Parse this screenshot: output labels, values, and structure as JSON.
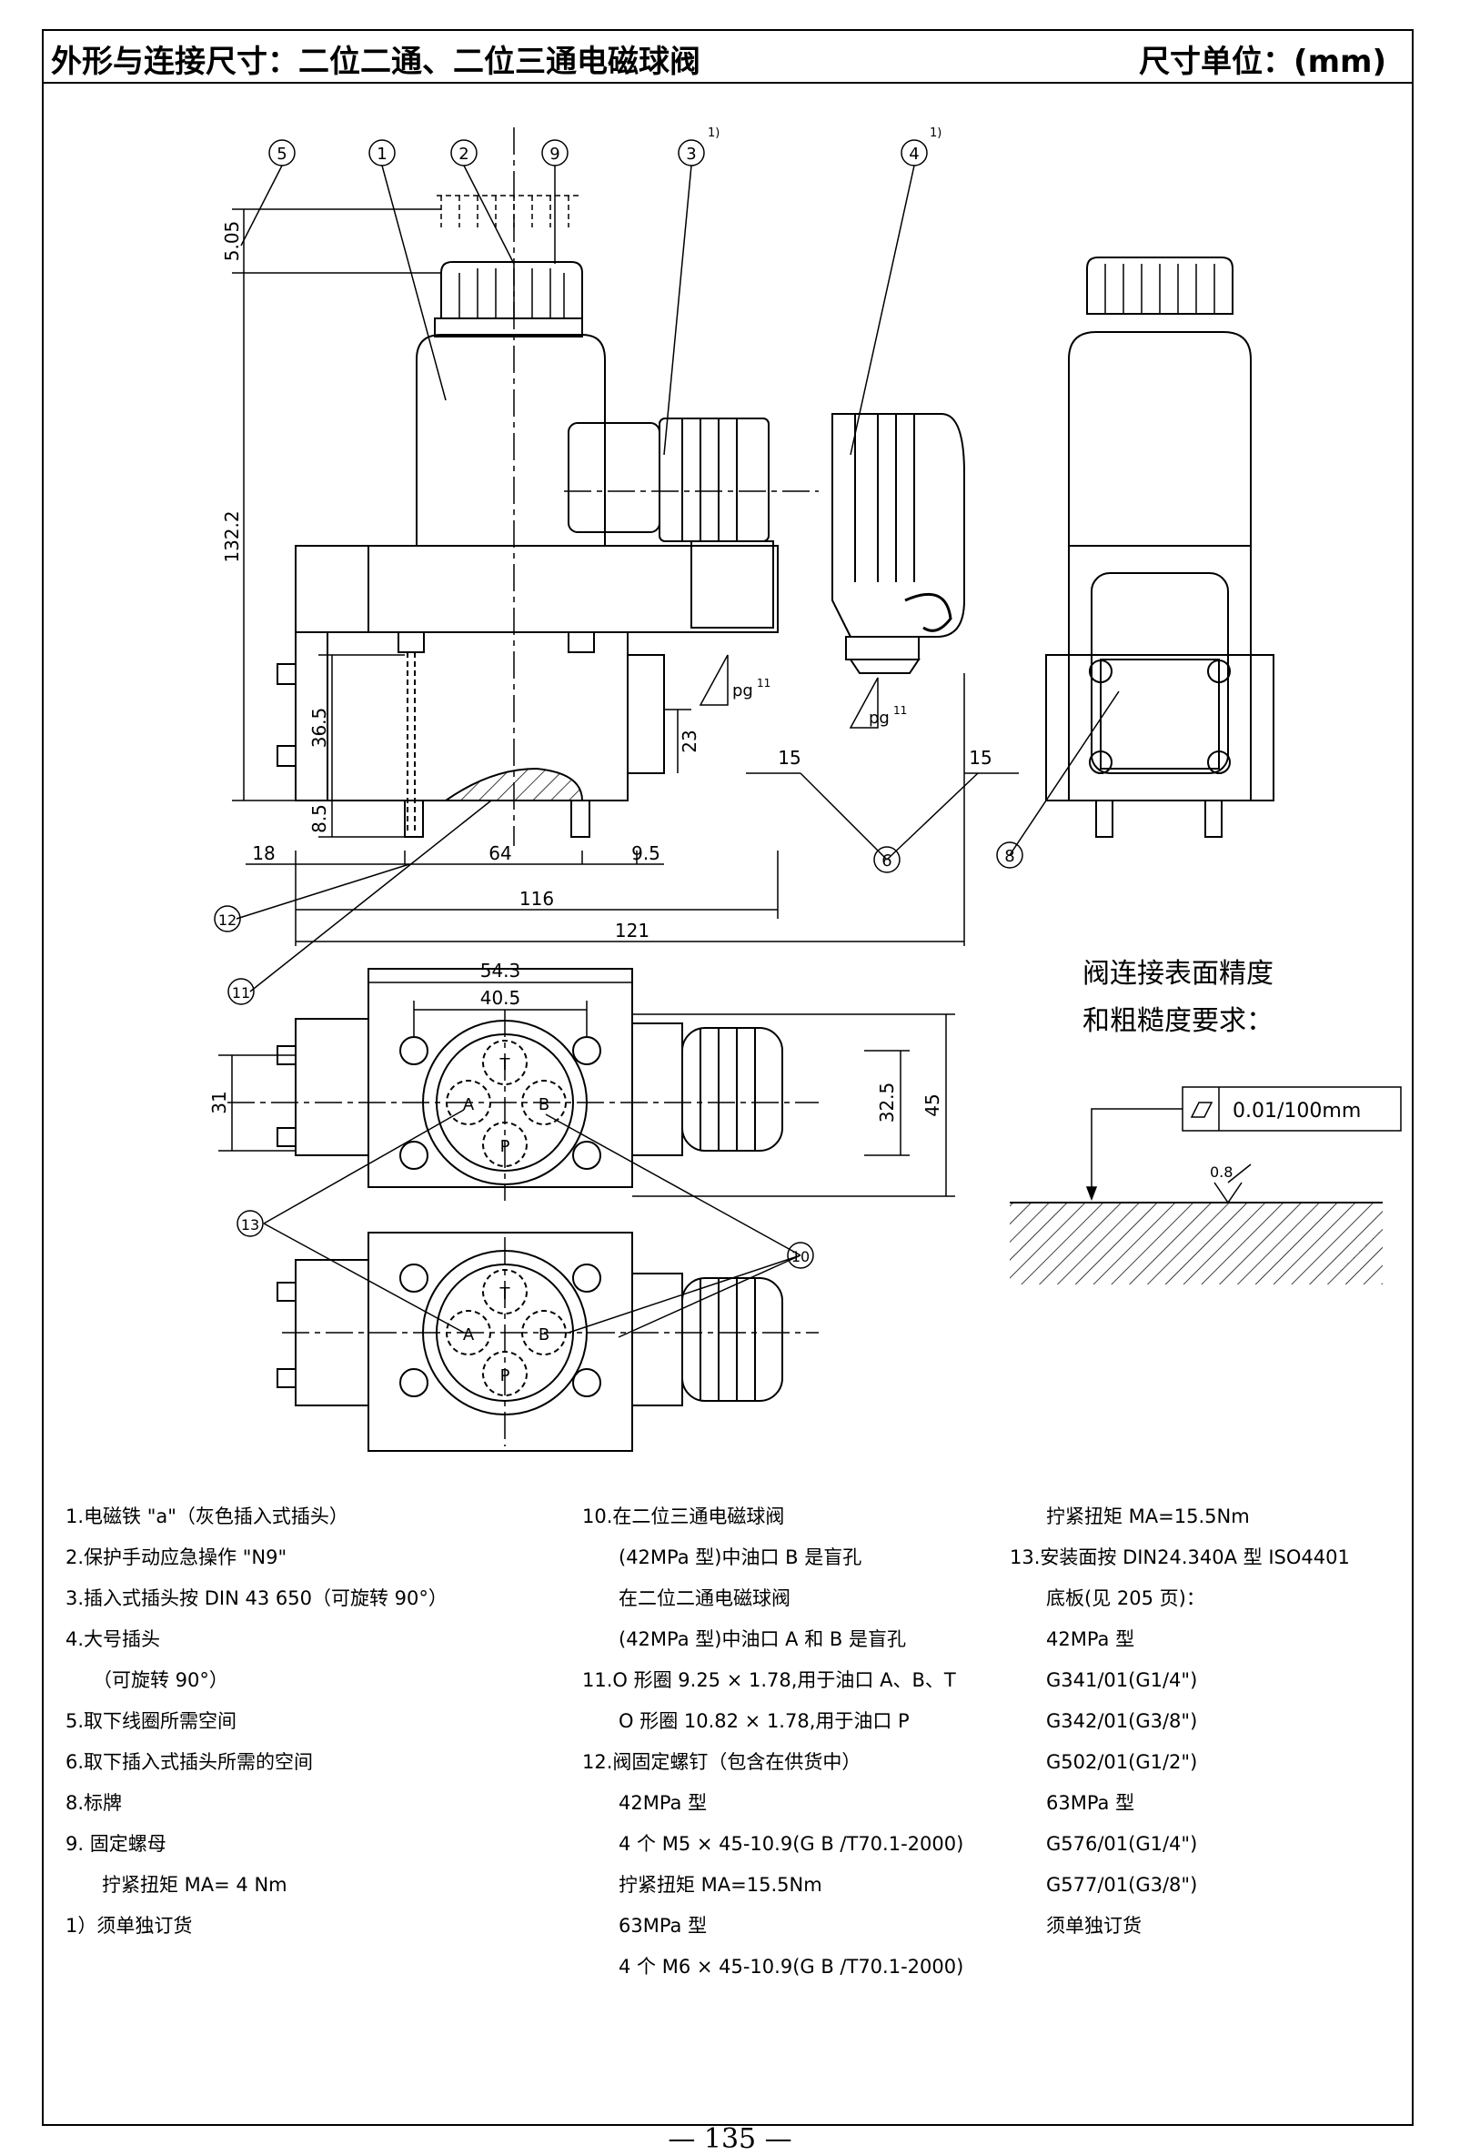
{
  "header": {
    "title": "外形与连接尺寸：二位二通、二位三通电磁球阀",
    "unit": "尺寸单位：(mm)"
  },
  "callouts": [
    "5",
    "1",
    "2",
    "9",
    "3",
    "4",
    "6",
    "8",
    "12",
    "11",
    "13",
    "10"
  ],
  "callout_sup": "1)",
  "ports": {
    "A": "A",
    "B": "B",
    "T": "T",
    "P": "P"
  },
  "pg_label": "pg",
  "pg_sup": "11",
  "dimensions": {
    "d505": "5.05",
    "d1322": "132.2",
    "d365": "36.5",
    "d85": "8.5",
    "d23": "23",
    "d15a": "15",
    "d15b": "15",
    "d18": "18",
    "d64": "64",
    "d95": "9.5",
    "d116": "116",
    "d121": "121",
    "d543": "54.3",
    "d405": "40.5",
    "d31": "31",
    "d325": "32.5",
    "d45": "45"
  },
  "surface_requirement": {
    "line1": "阀连接表面精度",
    "line2": "和粗糙度要求：",
    "flatness": "0.01/100mm",
    "roughness": "0.8"
  },
  "notes": {
    "col1": [
      "1.电磁铁 \"a\"（灰色插入式插头）",
      "2.保护手动应急操作 \"N9\"",
      "3.插入式插头按 DIN 43 650（可旋转 90°）",
      "4.大号插头",
      "（可旋转 90°）",
      "5.取下线圈所需空间",
      "6.取下插入式插头所需的空间",
      "8.标牌",
      "9. 固定螺母",
      "拧紧扭矩 MA= 4 Nm",
      "1）须单独订货"
    ],
    "col2": [
      "10.在二位三通电磁球阀",
      "(42MPa 型)中油口 B 是盲孔",
      "在二位二通电磁球阀",
      "(42MPa 型)中油口 A 和 B 是盲孔",
      "11.O 形圈  9.25 × 1.78,用于油口 A、B、T",
      "O 形圈  10.82 × 1.78,用于油口 P",
      "12.阀固定螺钉（包含在供货中）",
      "42MPa 型",
      "4 个 M5 × 45-10.9(G B /T70.1-2000)",
      "拧紧扭矩 MA=15.5Nm",
      "63MPa 型",
      "4 个 M6 × 45-10.9(G B /T70.1-2000)"
    ],
    "col3": [
      "拧紧扭矩 MA=15.5Nm",
      "13.安装面按 DIN24.340A 型 ISO4401",
      "底板(见 205 页)：",
      "42MPa 型",
      "G341/01(G1/4\")",
      "G342/01(G3/8\")",
      "G502/01(G1/2\")",
      "63MPa 型",
      "G576/01(G1/4\")",
      "G577/01(G3/8\")",
      "须单独订货"
    ]
  },
  "page_number": "— 135 —"
}
